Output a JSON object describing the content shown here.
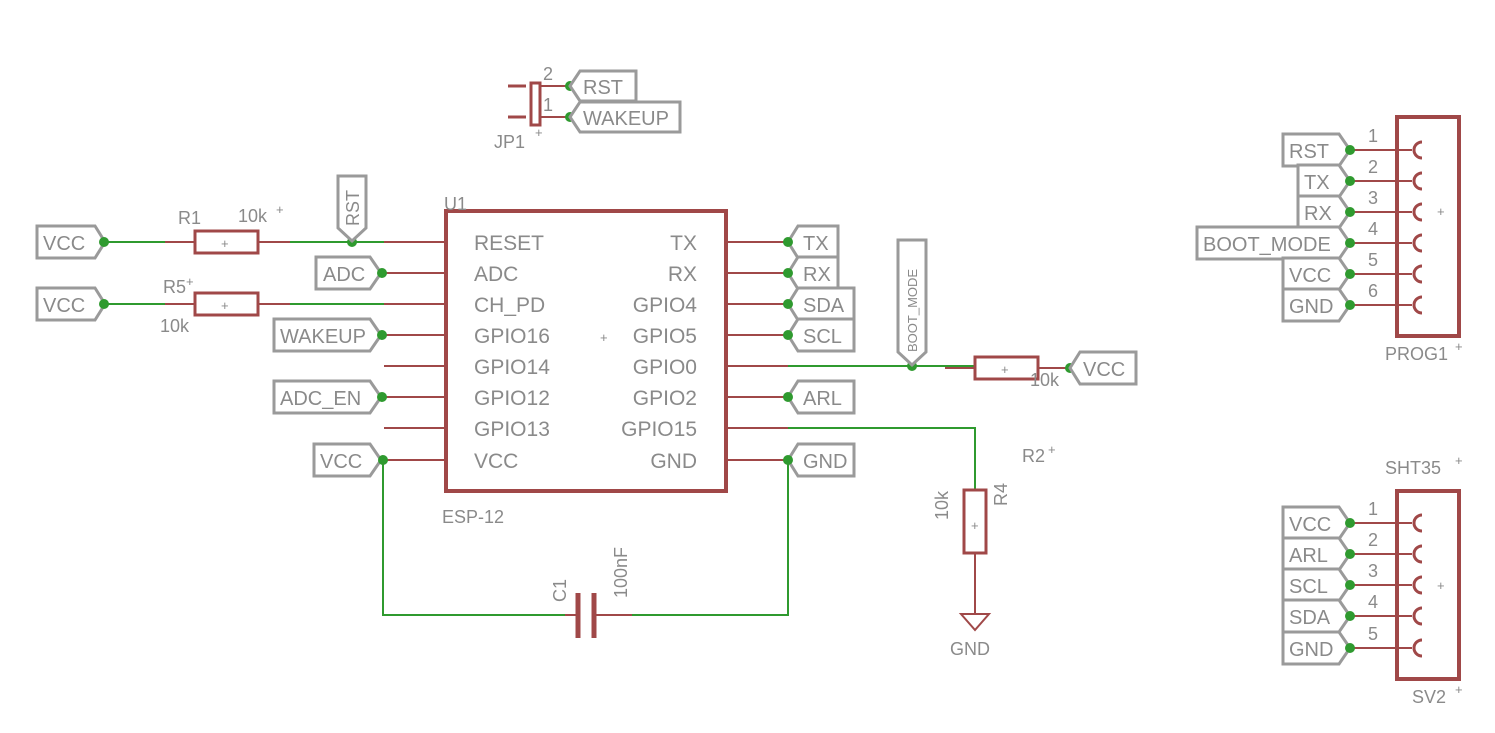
{
  "u1": {
    "ref": "U1",
    "value": "ESP-12",
    "left_pins": [
      "RESET",
      "ADC",
      "CH_PD",
      "GPIO16",
      "GPIO14",
      "GPIO12",
      "GPIO13",
      "VCC"
    ],
    "right_pins": [
      "TX",
      "RX",
      "GPIO4",
      "GPIO5",
      "GPIO0",
      "GPIO2",
      "GPIO15",
      "GND"
    ]
  },
  "jp1": {
    "ref": "JP1",
    "pin2": "2",
    "pin1": "1"
  },
  "r1": {
    "ref": "R1",
    "value": "10k"
  },
  "r5": {
    "ref": "R5",
    "value": "10k"
  },
  "r2": {
    "ref": "R2",
    "value": "10k"
  },
  "r4": {
    "ref": "R4",
    "value": "10k"
  },
  "c1": {
    "ref": "C1",
    "value": "100nF"
  },
  "gnd_symbol": "GND",
  "labels": {
    "vcc": "VCC",
    "adc": "ADC",
    "wakeup": "WAKEUP",
    "adc_en": "ADC_EN",
    "rst": "RST",
    "tx": "TX",
    "rx": "RX",
    "sda": "SDA",
    "scl": "SCL",
    "arl": "ARL",
    "gnd": "GND",
    "boot_mode": "BOOT_MODE"
  },
  "prog1": {
    "ref": "PROG1",
    "pins": [
      {
        "num": "1",
        "net": "RST"
      },
      {
        "num": "2",
        "net": "TX"
      },
      {
        "num": "3",
        "net": "RX"
      },
      {
        "num": "4",
        "net": "BOOT_MODE"
      },
      {
        "num": "5",
        "net": "VCC"
      },
      {
        "num": "6",
        "net": "GND"
      }
    ]
  },
  "sv2": {
    "ref": "SV2",
    "value": "SHT35",
    "pins": [
      {
        "num": "1",
        "net": "VCC"
      },
      {
        "num": "2",
        "net": "ARL"
      },
      {
        "num": "3",
        "net": "SCL"
      },
      {
        "num": "4",
        "net": "SDA"
      },
      {
        "num": "5",
        "net": "GND"
      }
    ]
  },
  "colors": {
    "component": "#a04848",
    "wire": "#2f9a2f",
    "text": "#8a8a8a",
    "label_outline": "#9a9a9a"
  }
}
